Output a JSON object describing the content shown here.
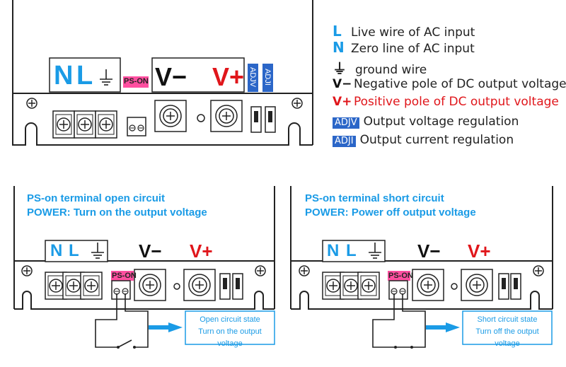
{
  "top_panel": {
    "n_label": "N",
    "l_label": "L",
    "ps_on_label": "PS-ON",
    "v_minus_label": "V−",
    "v_plus_label": "V+",
    "adjv_label": "ADJV",
    "adji_label": "ADJI"
  },
  "legend": [
    {
      "key": "L",
      "text": "Live wire of AC input",
      "color": "#1a9be6"
    },
    {
      "key": "N",
      "text": "Zero line of AC input",
      "color": "#1a9be6"
    },
    {
      "key": "⏚",
      "text": "ground wire",
      "color": "#222222"
    },
    {
      "key": "V−",
      "text": "Negative pole of DC output voltage",
      "color": "#111111"
    },
    {
      "key": "V+",
      "text": "Positive pole of DC output voltage",
      "color": "#e0161b"
    },
    {
      "key": "ADJV",
      "text": "Output voltage regulation",
      "color": "#2b66c8"
    },
    {
      "key": "ADJI",
      "text": "Output current regulation",
      "color": "#2b66c8"
    }
  ],
  "left_panel": {
    "title1": "PS-on terminal open circuit",
    "title2": "POWER:  Turn on the output voltage",
    "n_label": "N",
    "l_label": "L",
    "ps_on_label": "PS-ON",
    "v_minus_label": "V−",
    "v_plus_label": "V+",
    "callout1": "Open circuit state",
    "callout2": "Turn on the output voltage"
  },
  "right_panel": {
    "title1": "PS-on terminal short circuit",
    "title2": "POWER:  Power off output voltage",
    "n_label": "N",
    "l_label": "L",
    "ps_on_label": "PS-ON",
    "v_minus_label": "V−",
    "v_plus_label": "V+",
    "callout1": "Short circuit state",
    "callout2": "Turn off the output voltage"
  },
  "colors": {
    "accent_blue": "#1a9be6",
    "red": "#e0161b",
    "badge_blue": "#2b66c8",
    "ps_on_pink": "#ff4fa0"
  }
}
